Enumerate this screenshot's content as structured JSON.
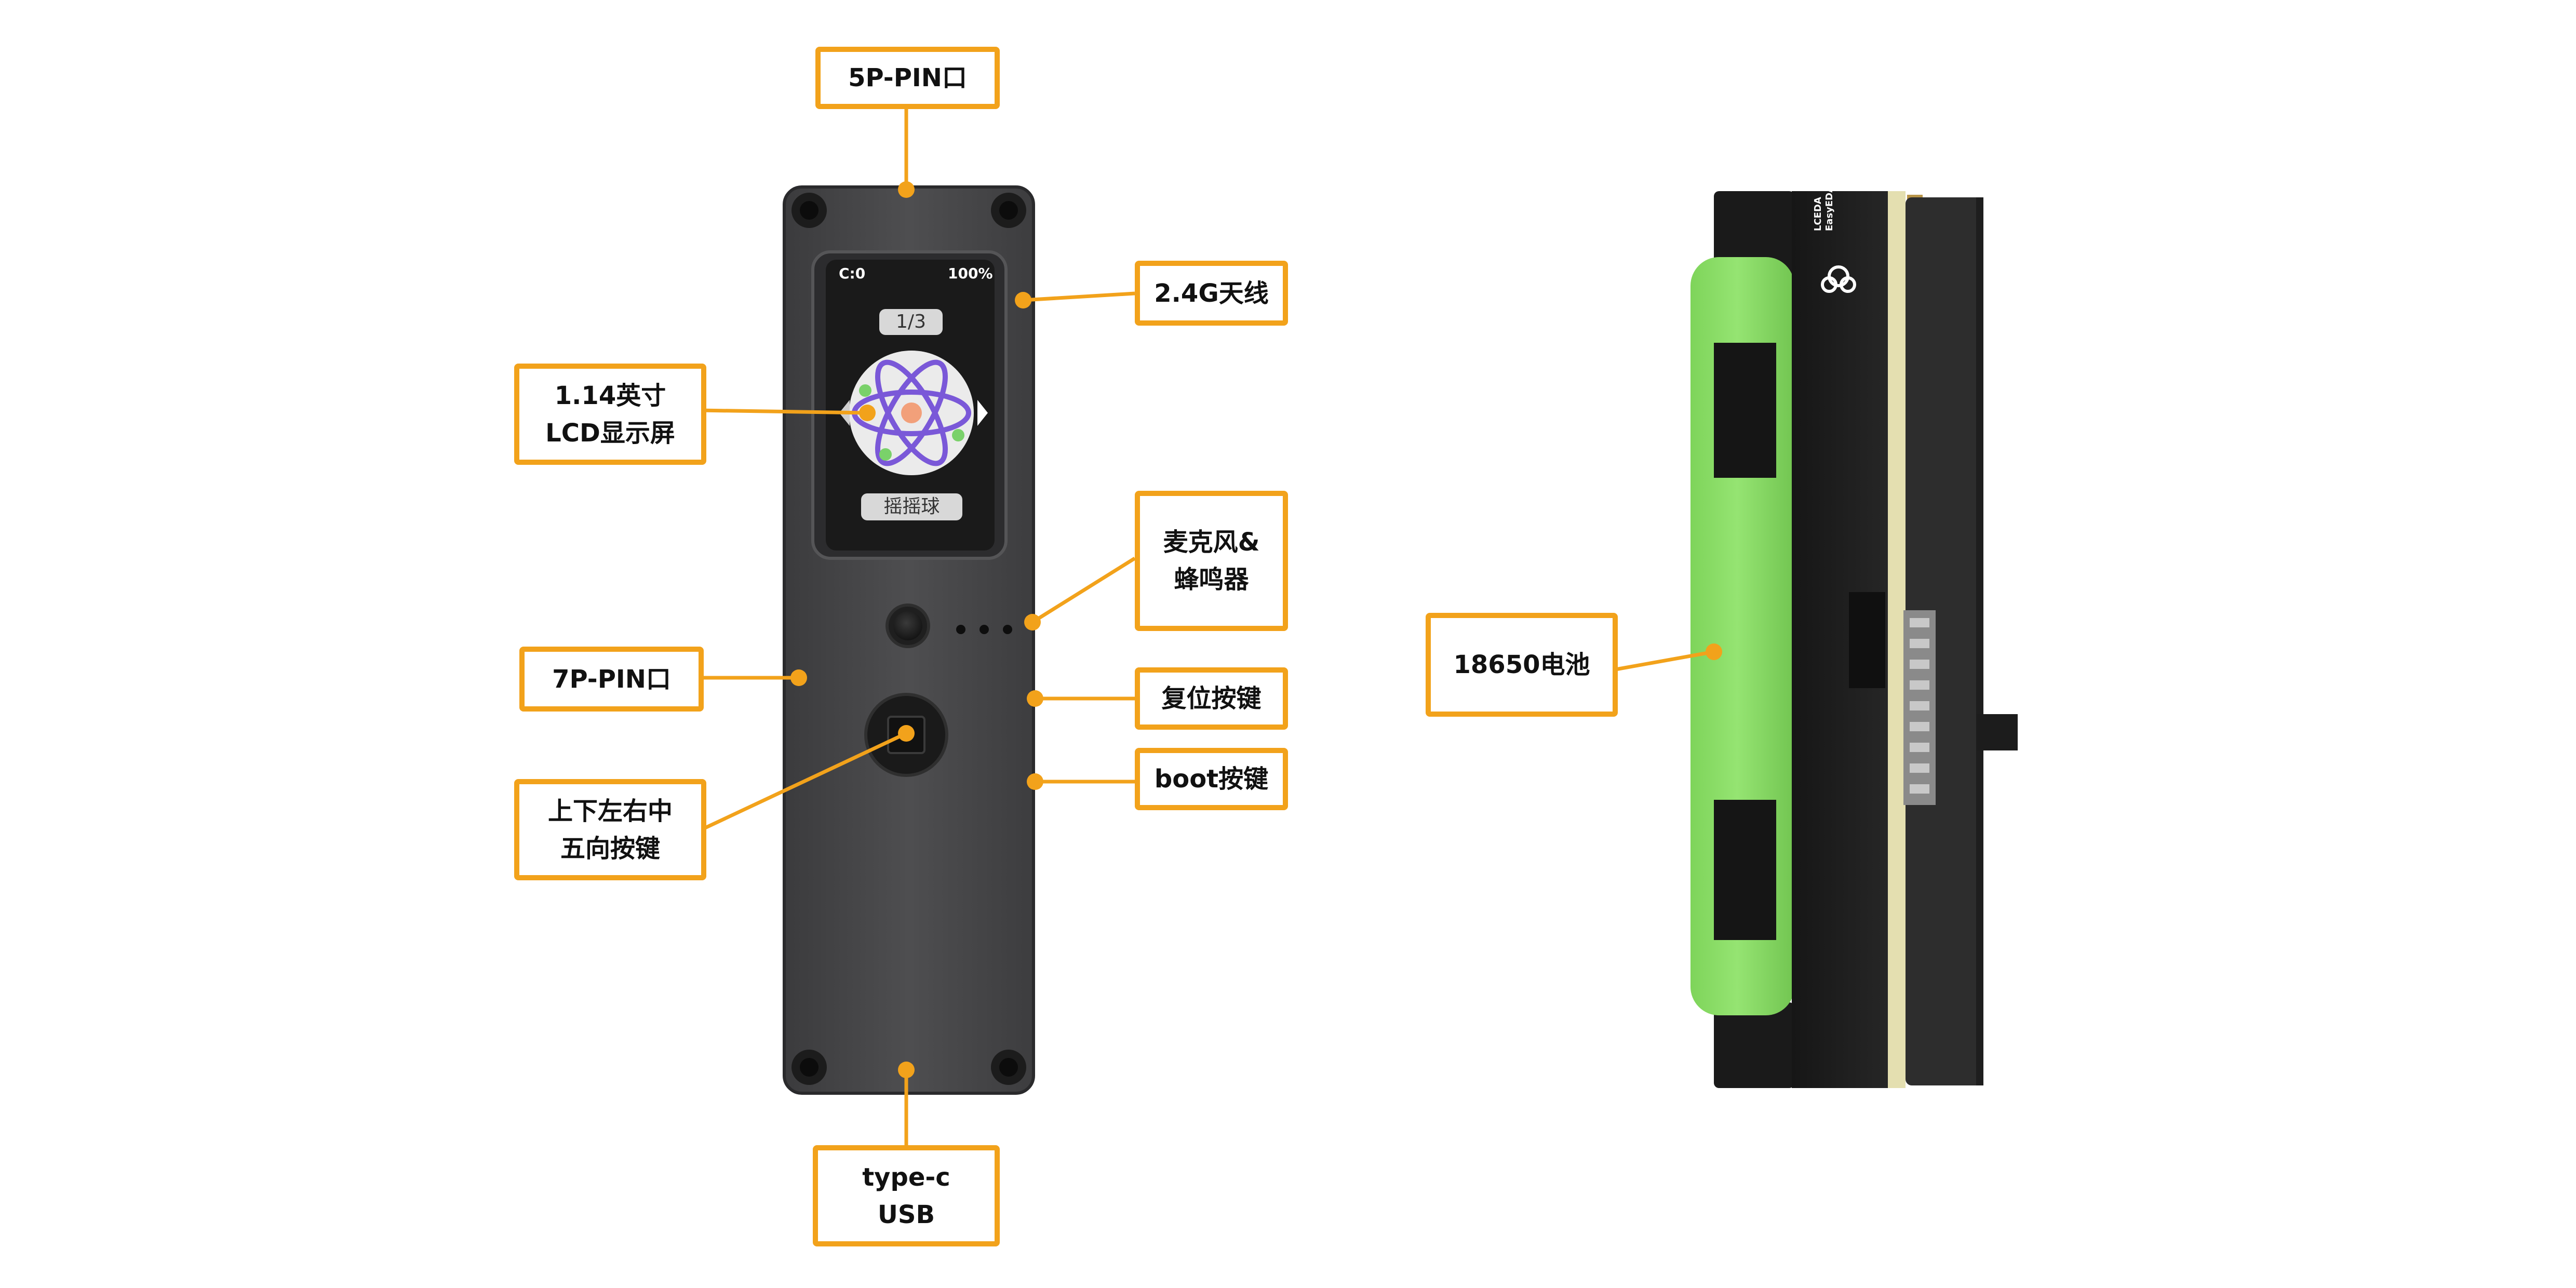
{
  "callouts": {
    "pin5": "5P-PIN口",
    "antenna": "2.4G天线",
    "lcd_line1": "1.14英寸",
    "lcd_line2": "LCD显示屏",
    "mic_line1": "麦克风&",
    "mic_line2": "蜂鸣器",
    "pin7": "7P-PIN口",
    "reset": "复位按键",
    "joystick_line1": "上下左右中",
    "joystick_line2": "五向按键",
    "boot": "boot按键",
    "usb_line1": "type-c",
    "usb_line2": "USB",
    "battery": "18650电池"
  },
  "screen": {
    "counter": "C:0",
    "battery": "100%",
    "page": "1/3",
    "caption": "摇摇球"
  },
  "pcb": {
    "brand_line1": "LCEDA",
    "brand_line2": "EasyEDA"
  },
  "colors": {
    "accent": "#f2a21b",
    "device_body": "#4a4a4c",
    "battery_green": "#8fe06a",
    "pcb_stripe": "#e4dfb0"
  }
}
